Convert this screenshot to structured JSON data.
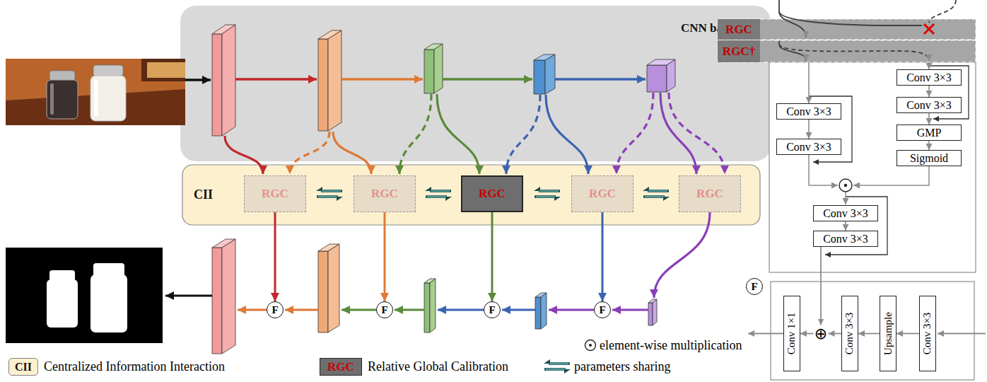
{
  "diagram": {
    "nodes": [
      {
        "text": [
          "CNN backbone"
        ]
      },
      {
        "text": [
          "CII"
        ]
      },
      {
        "text": [
          "RGC"
        ],
        "in": 1
      },
      {
        "text": [
          "RGC"
        ],
        "in": 1
      },
      {
        "text": [
          "RGC"
        ],
        "in": 1
      },
      {
        "text": [
          "RGC"
        ],
        "in": 1
      },
      {
        "text": [
          "RGC"
        ],
        "in": 1
      },
      {
        "text": [
          "F"
        ]
      },
      {
        "text": [
          "F"
        ]
      },
      {
        "text": [
          "F"
        ]
      },
      {
        "text": [
          "F"
        ]
      },
      {
        "text": [
          "RGC"
        ]
      },
      {
        "text": [
          "RGC†"
        ]
      },
      {
        "text": [
          "Conv 3×3"
        ]
      },
      {
        "text": [
          "Conv 3×3"
        ]
      },
      {
        "text": [
          "Conv 3×3"
        ]
      },
      {
        "text": [
          "Conv 3×3"
        ]
      },
      {
        "text": [
          "GMP"
        ]
      },
      {
        "text": [
          "Sigmoid"
        ]
      },
      {
        "text": [
          "Conv 3×3"
        ]
      },
      {
        "text": [
          "Conv 3×3"
        ]
      },
      {
        "text": [
          "F"
        ]
      },
      {
        "text": [
          "Conv 1×1"
        ]
      },
      {
        "text": [
          "⊕"
        ]
      },
      {
        "text": [
          "Conv 3×3"
        ]
      },
      {
        "text": [
          "Upsample"
        ]
      },
      {
        "text": [
          "Conv 3×3"
        ]
      }
    ],
    "edges": [
      {
        "from": 2,
        "to": 7,
        "arrow": "to"
      },
      {
        "from": 3,
        "to": 8,
        "arrow": "to"
      },
      {
        "from": 4,
        "to": 9,
        "arrow": "to"
      },
      {
        "from": 5,
        "to": 10,
        "arrow": "to"
      },
      {
        "from": 12,
        "to": 13,
        "arrow": "to"
      },
      {
        "from": 12,
        "to": 15,
        "arrow": "to"
      },
      {
        "from": 13,
        "to": 14,
        "arrow": "to"
      },
      {
        "from": 15,
        "to": 16,
        "arrow": "to"
      },
      {
        "from": 16,
        "to": 17,
        "arrow": "to"
      },
      {
        "from": 17,
        "to": 18,
        "arrow": "to"
      },
      {
        "from": 19,
        "to": 20,
        "arrow": "to"
      },
      {
        "from": 20,
        "to": 23,
        "arrow": "to"
      },
      {
        "from": 26,
        "to": 25,
        "arrow": "to"
      },
      {
        "from": 25,
        "to": 24,
        "arrow": "to"
      },
      {
        "from": 24,
        "to": 23,
        "arrow": "to"
      },
      {
        "from": 23,
        "to": 22,
        "arrow": "to"
      }
    ],
    "labels": [
      "CII",
      "RGC"
    ],
    "legend": [
      {
        "text": "Centralized Information Interaction",
        "color": "#fdf0cf"
      },
      {
        "text": "Relative Global Calibration",
        "color": "#6e6e6e"
      },
      {
        "text": "parameters sharing"
      },
      {
        "text": "element-wise multiplication"
      }
    ]
  }
}
